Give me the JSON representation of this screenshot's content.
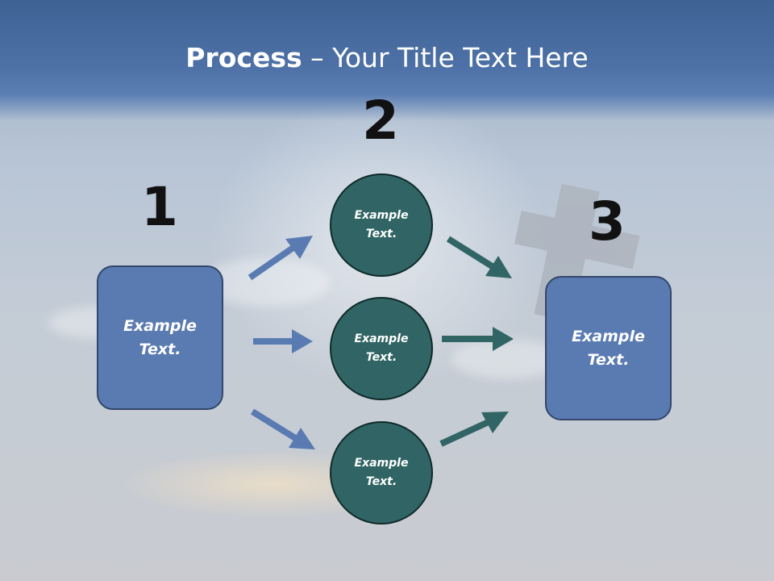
{
  "title": {
    "bold": "Process",
    "rest": " – Your Title Text Here"
  },
  "steps": [
    {
      "number": "1",
      "box_text": "Example Text."
    },
    {
      "number": "2",
      "circles": [
        "Example Text.",
        "Example Text.",
        "Example Text."
      ]
    },
    {
      "number": "3",
      "box_text": "Example Text."
    }
  ],
  "colors": {
    "header_blue": "#4d71a6",
    "box_blue": "#5a7bb1",
    "circle_teal": "#316565",
    "arrow_blue": "#5a7bb1",
    "arrow_teal": "#316565"
  }
}
